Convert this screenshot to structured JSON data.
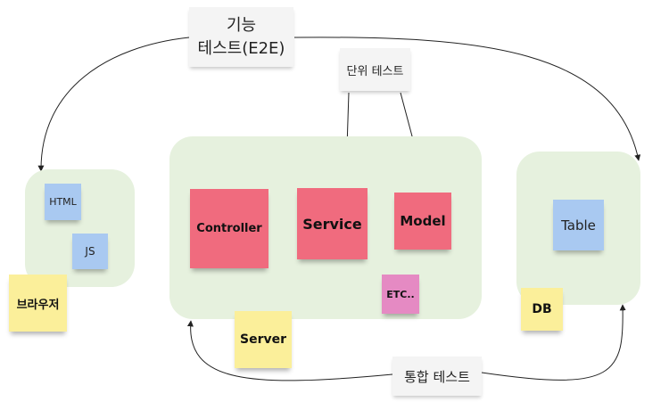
{
  "labels": {
    "e2e_line1": "기능",
    "e2e_line2": "테스트(E2E)",
    "unit": "단위 테스트",
    "integration": "통합 테스트"
  },
  "browser": {
    "name": "브라우저",
    "html": "HTML",
    "js": "JS"
  },
  "server": {
    "name": "Server",
    "controller": "Controller",
    "service": "Service",
    "model": "Model",
    "etc": "ETC.."
  },
  "db": {
    "name": "DB",
    "table": "Table"
  },
  "colors": {
    "zone": "#e6f1de",
    "red_note": "#f06b7e",
    "blue_note": "#a9c9f1",
    "yellow_note": "#fbef9a",
    "pink_note": "#e58ac3",
    "label_note": "#f4f4f4"
  }
}
